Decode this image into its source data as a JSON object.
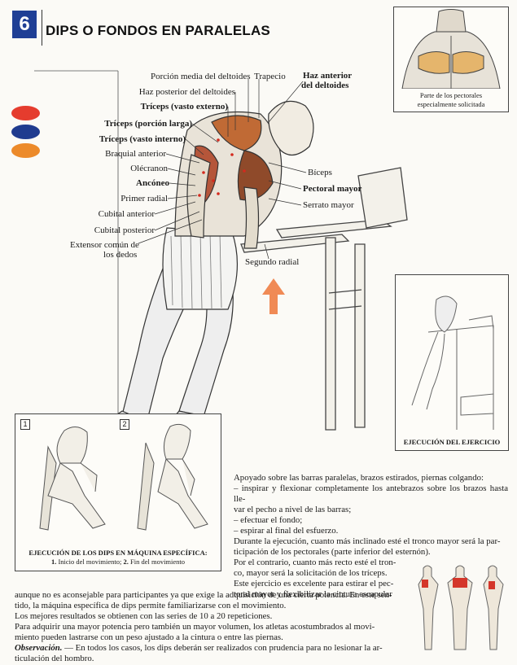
{
  "header": {
    "chapter_number": "6",
    "title": "DIPS O FONDOS EN PARALELAS"
  },
  "legend_colors": [
    "#e53c2e",
    "#1f3b8f",
    "#ec8a2a"
  ],
  "labels_left": [
    {
      "text": "Porción media del deltoides",
      "bold": false
    },
    {
      "text": "Haz posterior del deltoides",
      "bold": false
    },
    {
      "text": "Tríceps (vasto externo)",
      "bold": true
    },
    {
      "text": "Tríceps (porción larga)",
      "bold": true
    },
    {
      "text": "Tríceps (vasto interno)",
      "bold": true
    },
    {
      "text": "Braquial anterior",
      "bold": false
    },
    {
      "text": "Olécranon",
      "bold": false
    },
    {
      "text": "Ancóneo",
      "bold": true
    },
    {
      "text": "Primer radial",
      "bold": false
    },
    {
      "text": "Cubital anterior",
      "bold": false
    },
    {
      "text": "Cubital posterior",
      "bold": false
    },
    {
      "text": "Extensor común de",
      "bold": false
    },
    {
      "text": "los dedos",
      "bold": false
    }
  ],
  "labels_right": [
    {
      "text": "Trapecio",
      "bold": false
    },
    {
      "text": "Haz anterior",
      "bold": true
    },
    {
      "text": "del deltoides",
      "bold": true
    },
    {
      "text": "Bíceps",
      "bold": false
    },
    {
      "text": "Pectoral mayor",
      "bold": true
    },
    {
      "text": "Serrato mayor",
      "bold": false
    },
    {
      "text": "Segundo radial",
      "bold": false
    }
  ],
  "inset_pectorals": {
    "caption_line1": "Parte de los pectorales",
    "caption_line2": "especialmente solicitada"
  },
  "inset_execution": {
    "caption": "EJECUCIÓN DEL EJERCICIO"
  },
  "machine_panel": {
    "step1": "1",
    "step2": "2",
    "caption_title": "EJECUCIÓN DE LOS DIPS EN MÁQUINA ESPECÍFICA:",
    "caption_num1": "1.",
    "caption_text1": "Inicio del movimiento;",
    "caption_num2": "2.",
    "caption_text2": "Fin del movimiento"
  },
  "text_block": {
    "lines": [
      "Apoyado sobre las barras paralelas, brazos estirados, piernas colgando:",
      "– inspirar y flexionar completamente los antebrazos sobre los brazos hasta lle-",
      "var el pecho a nivel de las barras;",
      "– efectuar el fondo;",
      "– espirar al final del esfuerzo.",
      "Durante la ejecución, cuanto más inclinado esté el tronco mayor será la par-",
      "ticipación de los pectorales (parte inferior del esternón).",
      "Por el contrario, cuanto más recto esté el tron-",
      "co, mayor será la solicitación de los tríceps.",
      "Este ejercicio es excelente para estirar el pec-",
      "toral mayor y flexibilizar la cintura escapular"
    ],
    "full_lines": [
      "aunque no es aconsejable para participantes ya que exige la adquisición de una cierta potencia. En este sen-",
      "tido, la máquina específica de dips permite familiarizarse con el movimiento.",
      "Los mejores resultados se obtienen con las series de 10 a 20 repeticiones.",
      "Para adquirir una mayor potencia pero también un mayor volumen, los atletas acostumbrados al movi-",
      "miento pueden lastrarse con un peso ajustado a la cintura o entre las piernas."
    ],
    "observation_label": "Observación.",
    "observation_line1": " — En todos los casos, los dips deberán ser realizados con prudencia para no lesionar la ar-",
    "observation_line2": "ticulación del hombro."
  }
}
